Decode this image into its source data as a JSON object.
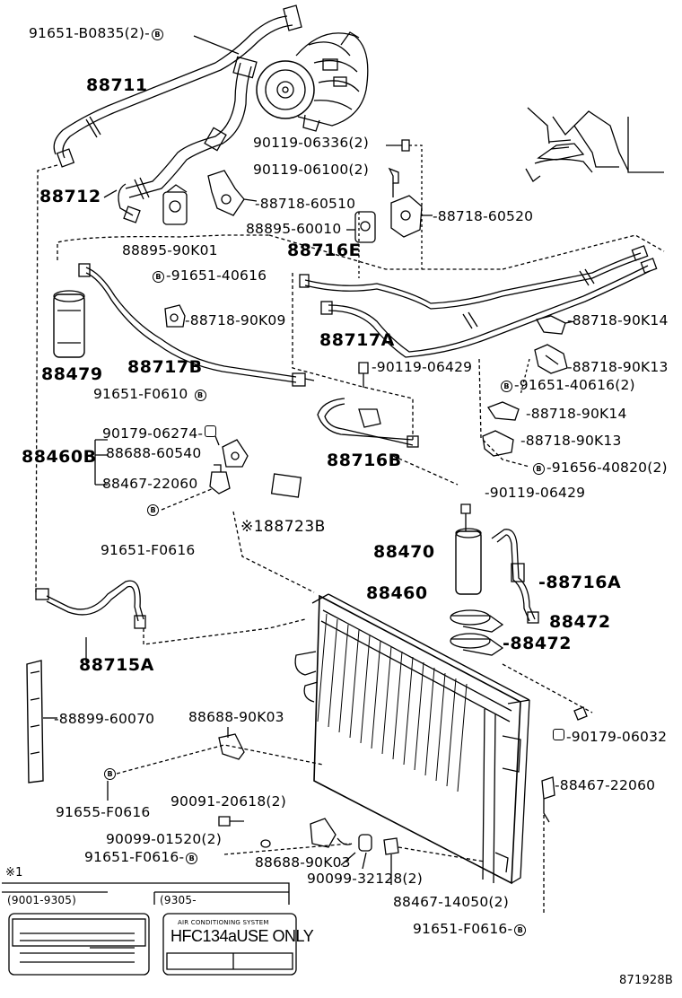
{
  "labels": {
    "p91651_b0835": "91651-B0835(2)-",
    "p88711": "88711",
    "p90119_06336": "90119-06336(2)",
    "p90119_06100": "90119-06100(2)",
    "p88712": "88712",
    "p88718_60510": "-88718-60510",
    "p88895_60010": "88895-60010",
    "p88718_60520": "-88718-60520",
    "p88895_90k01": "88895-90K01",
    "p88716e": "88716E",
    "p91651_40616": "-91651-40616",
    "p88718_90k09": "-88718-90K09",
    "p88717a": "88717A",
    "p88718_90k14_a": "-88718-90K14",
    "p88479": "88479",
    "p88717b": "88717B",
    "p90119_06429_a": "-90119-06429",
    "p88718_90k13_a": "-88718-90K13",
    "p91651_f0610": "91651-F0610",
    "p91651_40616_2": "-91651-40616(2)",
    "p88718_90k14_b": "-88718-90K14",
    "p90179_06274": "90179-06274-",
    "p88718_90k13_b": "-88718-90K13",
    "p88460b": "88460B",
    "p88688_60540": "88688-60540",
    "p88716b": "88716B",
    "p91656_40820": "-91656-40820(2)",
    "p88467_22060_a": "88467-22060",
    "p90119_06429_b": "-90119-06429",
    "p91651_f0616_a": "91651-F0616",
    "p88723b": "※188723B",
    "p88470": "88470",
    "p88716a": "-88716A",
    "p88460": "88460",
    "p88472_a": "88472",
    "p88472_b": "-88472",
    "p88715a": "88715A",
    "p88899_60070": "-88899-60070",
    "p88688_90k03_a": "88688-90K03",
    "p90179_06032": "-90179-06032",
    "p88467_22060_b": "-88467-22060",
    "p91655_f0616": "91655-F0616",
    "p90091_20618": "90091-20618(2)",
    "p90099_01520": "90099-01520(2)",
    "p91651_f0616_b": "91651-F0616-",
    "p88688_90k03_b": "88688-90K03",
    "p90099_32128": "90099-32128(2)",
    "p88467_14050": "88467-14050(2)",
    "p91651_f0616_c": "91651-F0616-"
  },
  "bolt_marker": "B",
  "legend": {
    "mark": "※1",
    "range_left": "(9001-9305)",
    "range_right": "(9305-",
    "sticker_right_text": "HFC134aUSE ONLY",
    "sticker_right_header": "AIR CONDITIONING SYSTEM"
  },
  "diagram_code": "871928B"
}
